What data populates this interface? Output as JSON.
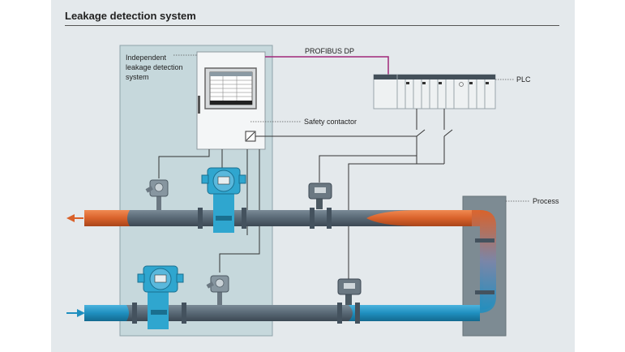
{
  "title": "Leakage detection system",
  "labels": {
    "system_line1": "Independent",
    "system_line2": "leakage detection",
    "system_line3": "system",
    "profibus": "PROFIBUS DP",
    "plc": "PLC",
    "safety_contactor": "Safety contactor",
    "process": "Process"
  },
  "colors": {
    "background": "#e4e9ec",
    "enclosure": "#c6d8dc",
    "pipe": "#5b6b78",
    "hot_fluid": "#d9622b",
    "cold_fluid": "#1f8fbf",
    "transmitter": "#2fa6cf",
    "profibus_line": "#a0287a"
  },
  "icons": [
    "controller-screen-icon",
    "flowmeter-icon",
    "pressure-sensor-icon",
    "valve-actuator-icon",
    "arrow-icon"
  ]
}
